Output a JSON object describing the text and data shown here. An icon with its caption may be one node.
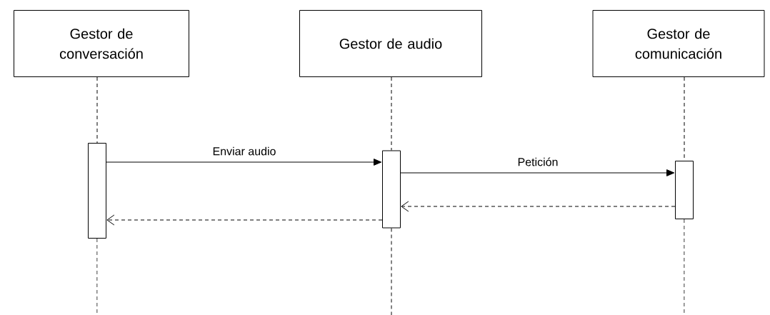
{
  "diagram": {
    "nodes": [
      {
        "text": [
          "Gestor de conversación"
        ]
      },
      {
        "text": [
          "Gestor de audio"
        ]
      },
      {
        "text": [
          "Gestor de comunicación"
        ]
      },
      {
        "text": [],
        "shape": "bar"
      },
      {
        "text": [],
        "shape": "bar"
      },
      {
        "text": [],
        "shape": "bar"
      }
    ],
    "edges": [
      {
        "from": 0,
        "to": 3,
        "arrow": "none",
        "style": "dashed"
      },
      {
        "from": 3,
        "to": null,
        "arrow": "none",
        "style": "dashed"
      },
      {
        "from": 1,
        "to": 4,
        "arrow": "none",
        "style": "dashed"
      },
      {
        "from": 4,
        "to": null,
        "arrow": "none",
        "style": "dashed"
      },
      {
        "from": 2,
        "to": 5,
        "arrow": "none",
        "style": "dashed"
      },
      {
        "from": 5,
        "to": null,
        "arrow": "none",
        "style": "dashed"
      },
      {
        "from": 3,
        "to": 4,
        "arrow": "to",
        "label": "Enviar audio"
      },
      {
        "from": 4,
        "to": 5,
        "arrow": "to",
        "label": "Petición"
      },
      {
        "from": 5,
        "to": 4,
        "arrow": "to",
        "style": "dashed"
      },
      {
        "from": 4,
        "to": 3,
        "arrow": "to",
        "style": "dashed"
      }
    ]
  }
}
